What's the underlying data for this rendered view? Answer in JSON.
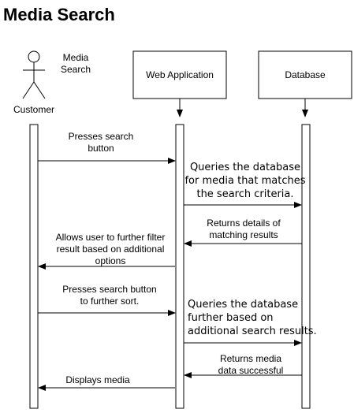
{
  "title": "Media Search",
  "note": [
    "Media",
    "Search"
  ],
  "participants": {
    "customer": "Customer",
    "web_app": "Web Application",
    "database": "Database"
  },
  "messages": [
    {
      "from": "Customer",
      "to": "Web Application",
      "lines": [
        "Presses search",
        "button"
      ]
    },
    {
      "from": "Web Application",
      "to": "Database",
      "lines": [
        "Queries the database",
        "for media that matches",
        "the search criteria."
      ]
    },
    {
      "from": "Database",
      "to": "Web Application",
      "lines": [
        "Returns details of",
        "matching results"
      ]
    },
    {
      "from": "Web Application",
      "to": "Customer",
      "lines": [
        "Allows user to further filter",
        "result based on additional",
        "options"
      ]
    },
    {
      "from": "Customer",
      "to": "Web Application",
      "lines": [
        "Presses search button",
        "to further sort."
      ]
    },
    {
      "from": "Web Application",
      "to": "Database",
      "lines": [
        "Queries the database",
        "further based on",
        "additional search results."
      ]
    },
    {
      "from": "Database",
      "to": "Web Application",
      "lines": [
        "Returns media",
        "data successful"
      ]
    },
    {
      "from": "Web Application",
      "to": "Customer",
      "lines": [
        "Displays media"
      ]
    }
  ]
}
